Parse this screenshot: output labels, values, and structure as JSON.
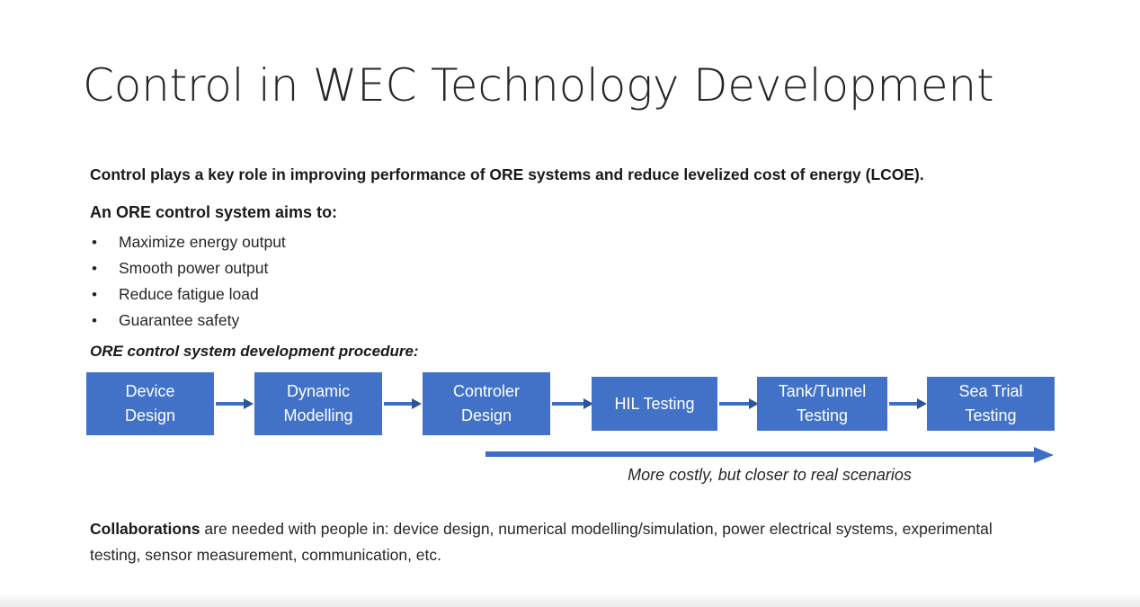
{
  "slide": {
    "title": "Control in WEC Technology Development",
    "lead": "Control plays a key role in improving performance of ORE systems and reduce levelized cost of energy (LCOE).",
    "aims_heading": "An ORE control system aims to:",
    "bullets": [
      {
        "marker": "•",
        "label": "Maximize energy output"
      },
      {
        "marker": "•",
        "label": "Smooth power output"
      },
      {
        "marker": "•",
        "label": "Reduce fatigue load"
      },
      {
        "marker": "•",
        "label": "Guarantee safety"
      }
    ],
    "procedure_heading": "ORE control system development procedure:",
    "flow": {
      "boxes": [
        {
          "line1": "Device",
          "line2": "Design"
        },
        {
          "line1": "Dynamic",
          "line2": "Modelling"
        },
        {
          "line1": "Controler",
          "line2": "Design"
        },
        {
          "line1": "HIL Testing",
          "line2": ""
        },
        {
          "line1": "Tank/Tunnel",
          "line2": "Testing"
        },
        {
          "line1": "Sea Trial",
          "line2": "Testing"
        }
      ],
      "box_color": "#4272C8",
      "arrow_color": "#3D6FC4",
      "text_color": "#FFFFFF"
    },
    "arrow_caption": "More costly, but closer to real scenarios",
    "collaboration": {
      "bold_lead": "Collaborations",
      "rest": " are needed with people in: device design, numerical modelling/simulation, power electrical systems, experimental testing, sensor measurement, communication, etc."
    }
  }
}
